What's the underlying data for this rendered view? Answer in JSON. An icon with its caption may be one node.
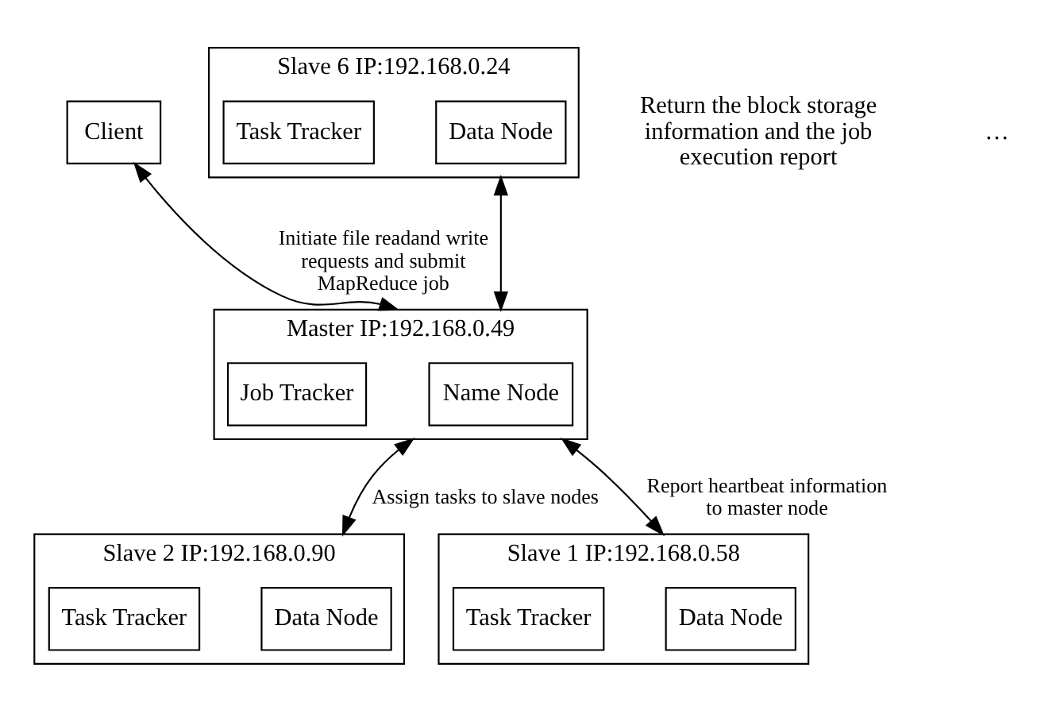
{
  "diagram": {
    "nodes": [
      {
        "text": [
          "Client"
        ]
      },
      {
        "text": [
          "Master IP:192.168.0.49"
        ]
      },
      {
        "text": [
          "Name Node"
        ],
        "in": 1
      },
      {
        "text": [
          "Job Tracker"
        ],
        "in": 1
      },
      {
        "text": [
          "Slave 6 IP:192.168.0.24"
        ]
      },
      {
        "text": [
          "Data Node"
        ],
        "in": 4
      },
      {
        "text": [
          "Task Tracker"
        ],
        "in": 4
      },
      {
        "text": [
          "Slave 2 IP:192.168.0.90"
        ]
      },
      {
        "text": [
          "Data Node"
        ],
        "in": 7
      },
      {
        "text": [
          "Task Tracker"
        ],
        "in": 7
      },
      {
        "text": [
          "Slave 1 IP:192.168.0.58"
        ]
      },
      {
        "text": [
          "Data Node"
        ],
        "in": 10
      },
      {
        "text": [
          "Task Tracker"
        ],
        "in": 10
      }
    ],
    "edges": [
      {
        "from": 0,
        "to": 1,
        "arrow": "both",
        "label": "Initiate file readand write requests and submit MapReduce job"
      },
      {
        "from": 4,
        "to": 1,
        "arrow": "both"
      },
      {
        "from": 1,
        "to": 7,
        "arrow": "both",
        "label": "Assign tasks to slave nodes"
      },
      {
        "from": 1,
        "to": 10,
        "arrow": "both",
        "label": "Report heartbeat information to master node"
      }
    ],
    "labels": [
      "Return the block storage information and the job execution report",
      "…"
    ]
  }
}
